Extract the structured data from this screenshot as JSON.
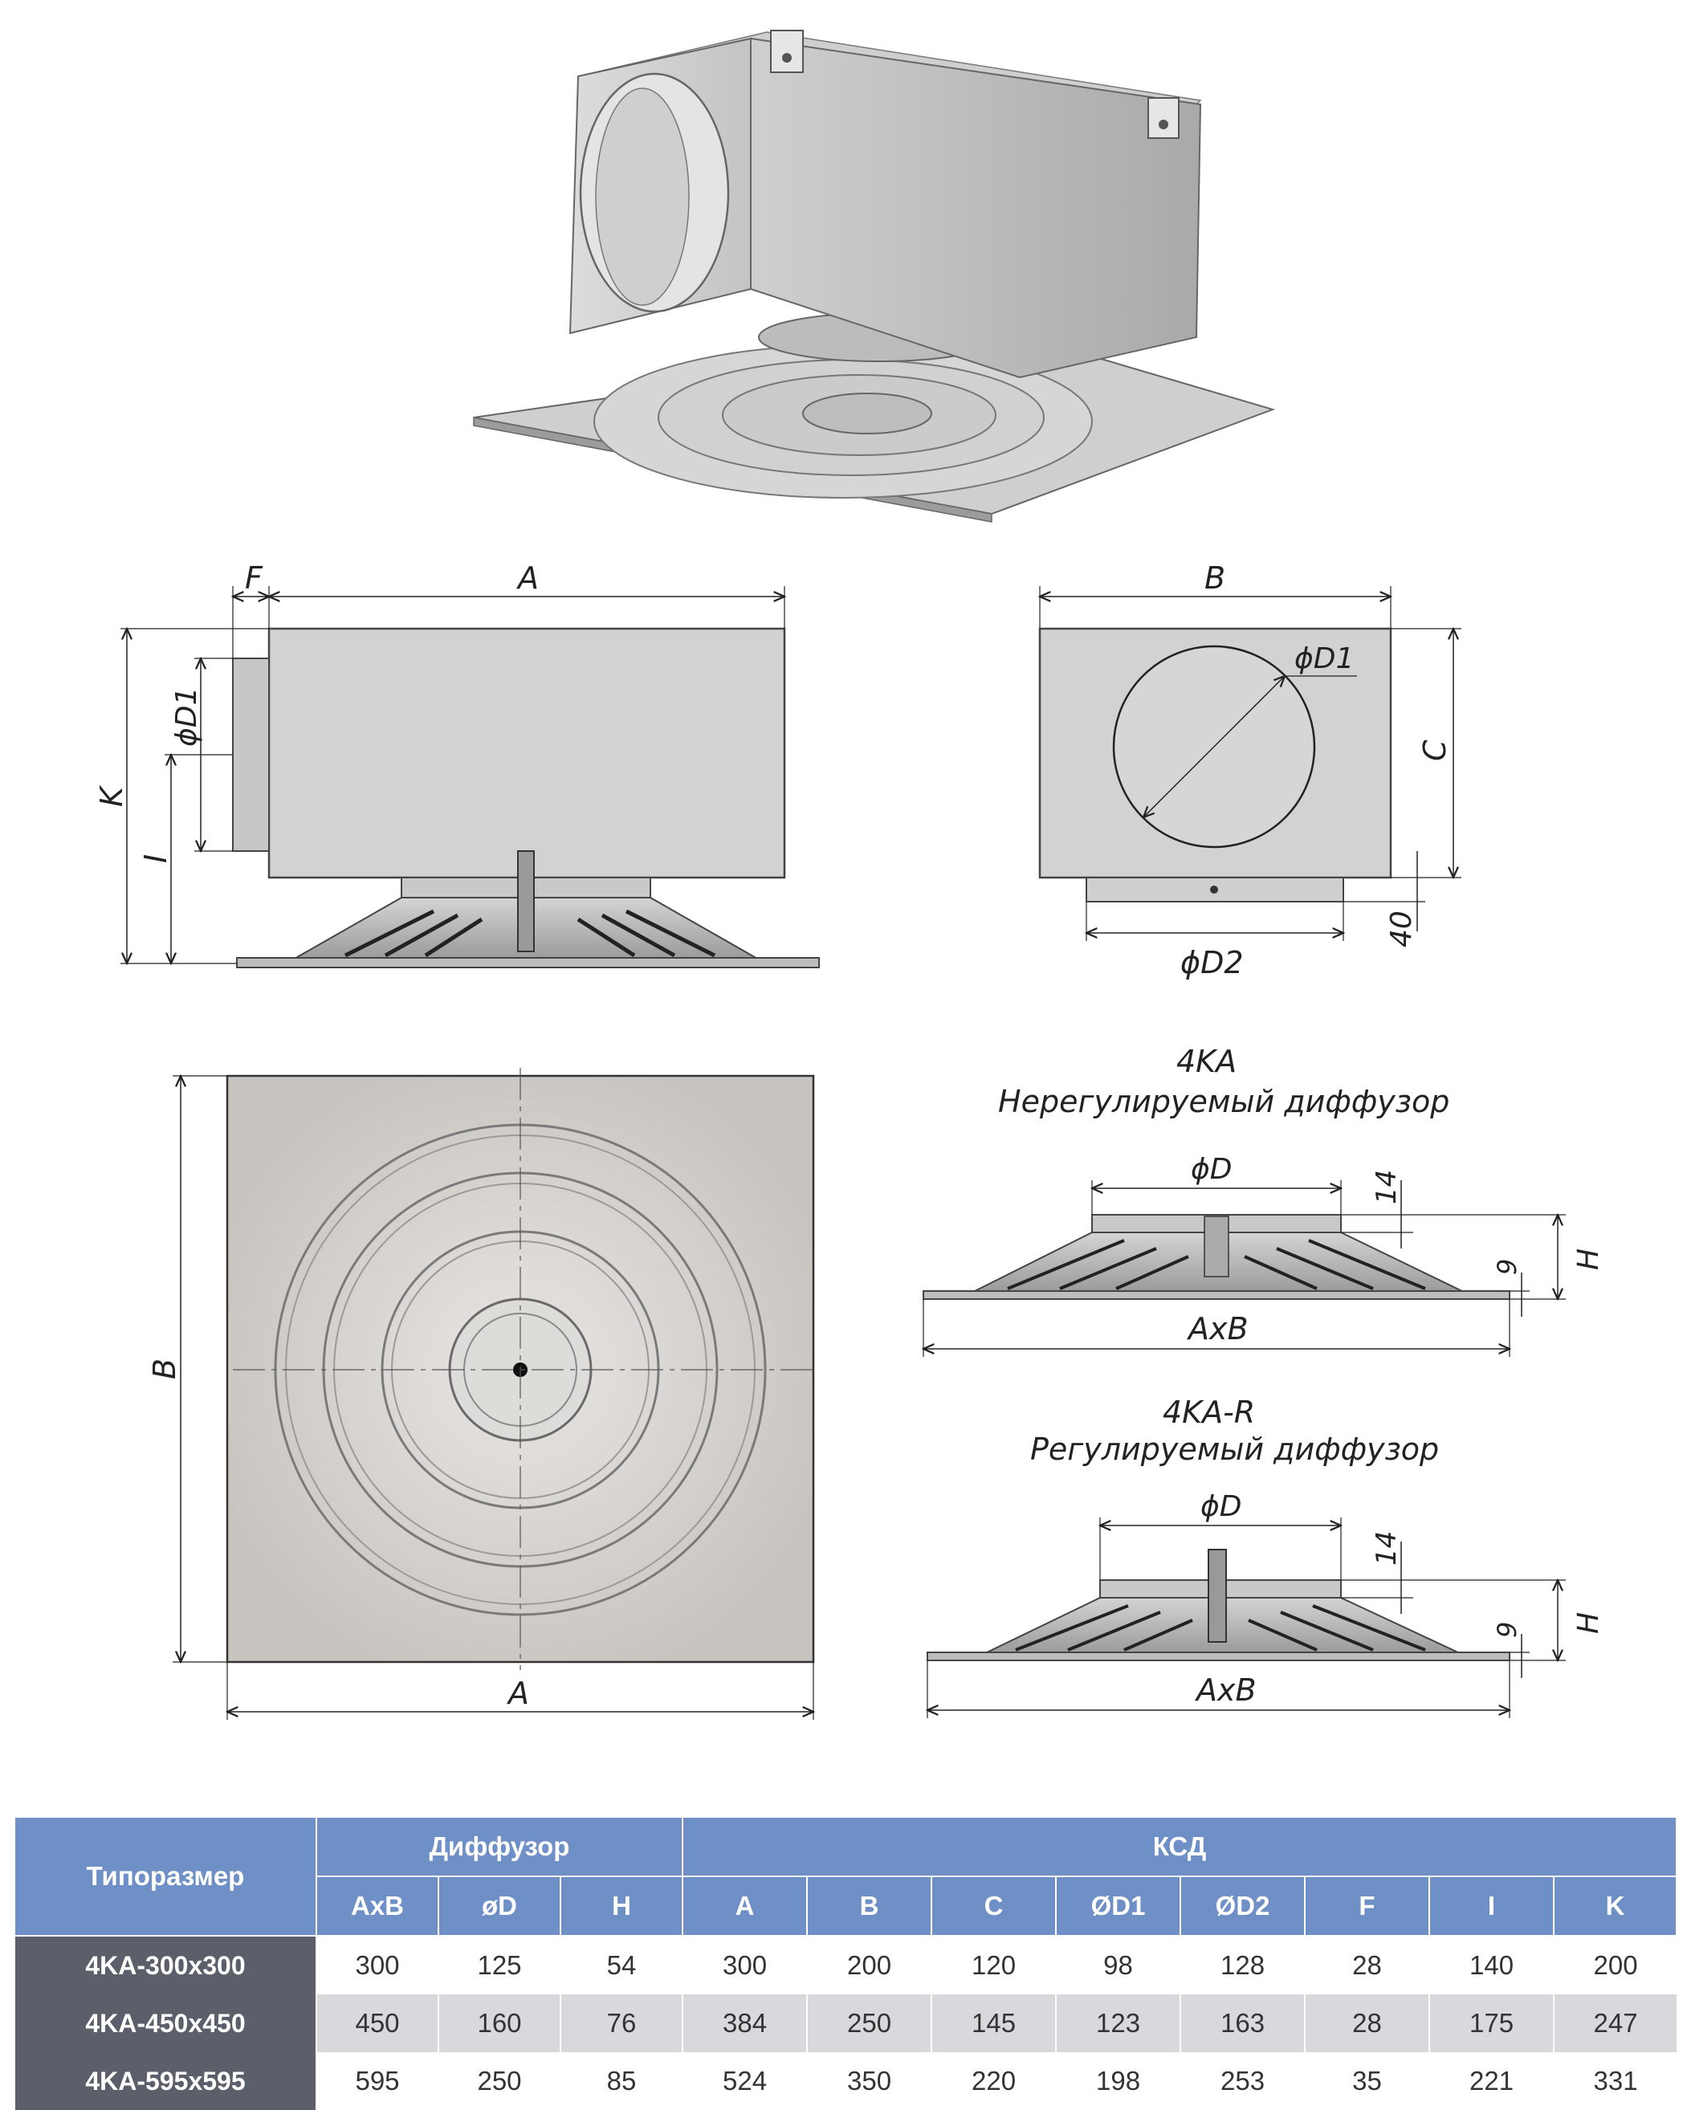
{
  "dimension_labels": {
    "side_view": {
      "F": "F",
      "A": "A",
      "K": "K",
      "I": "I",
      "D1": "ϕD1"
    },
    "front_view": {
      "B": "B",
      "D1": "ϕD1",
      "C": "C",
      "forty": "40",
      "D2": "ϕD2"
    },
    "plan_view": {
      "A": "A",
      "B": "B"
    },
    "diffuser_fixed": {
      "model": "4KA",
      "name": "Нерегулируемый диффузор",
      "D": "ϕD",
      "fourteen": "14",
      "nine": "9",
      "H": "H",
      "AxB": "AxB"
    },
    "diffuser_adjustable": {
      "model": "4KA-R",
      "name": "Регулируемый диффузор",
      "D": "ϕD",
      "fourteen": "14",
      "nine": "9",
      "H": "H",
      "AxB": "AxB"
    }
  },
  "table": {
    "size_header": "Типоразмер",
    "group_diffuser": "Диффузор",
    "group_ksd": "КСД",
    "columns": [
      "AxB",
      "øD",
      "H",
      "A",
      "B",
      "C",
      "ØD1",
      "ØD2",
      "F",
      "I",
      "K"
    ],
    "rows": [
      {
        "model": "4KA-300x300",
        "values": [
          "300",
          "125",
          "54",
          "300",
          "200",
          "120",
          "98",
          "128",
          "28",
          "140",
          "200"
        ]
      },
      {
        "model": "4KA-450x450",
        "values": [
          "450",
          "160",
          "76",
          "384",
          "250",
          "145",
          "123",
          "163",
          "28",
          "175",
          "247"
        ]
      },
      {
        "model": "4KA-595x595",
        "values": [
          "595",
          "250",
          "85",
          "524",
          "350",
          "220",
          "198",
          "253",
          "35",
          "221",
          "331"
        ]
      }
    ]
  },
  "colors": {
    "header": "#6f8fc7",
    "model_cell": "#5a5f6a",
    "stripe": "#d9d9dd",
    "metal": "#c9c9cb"
  }
}
